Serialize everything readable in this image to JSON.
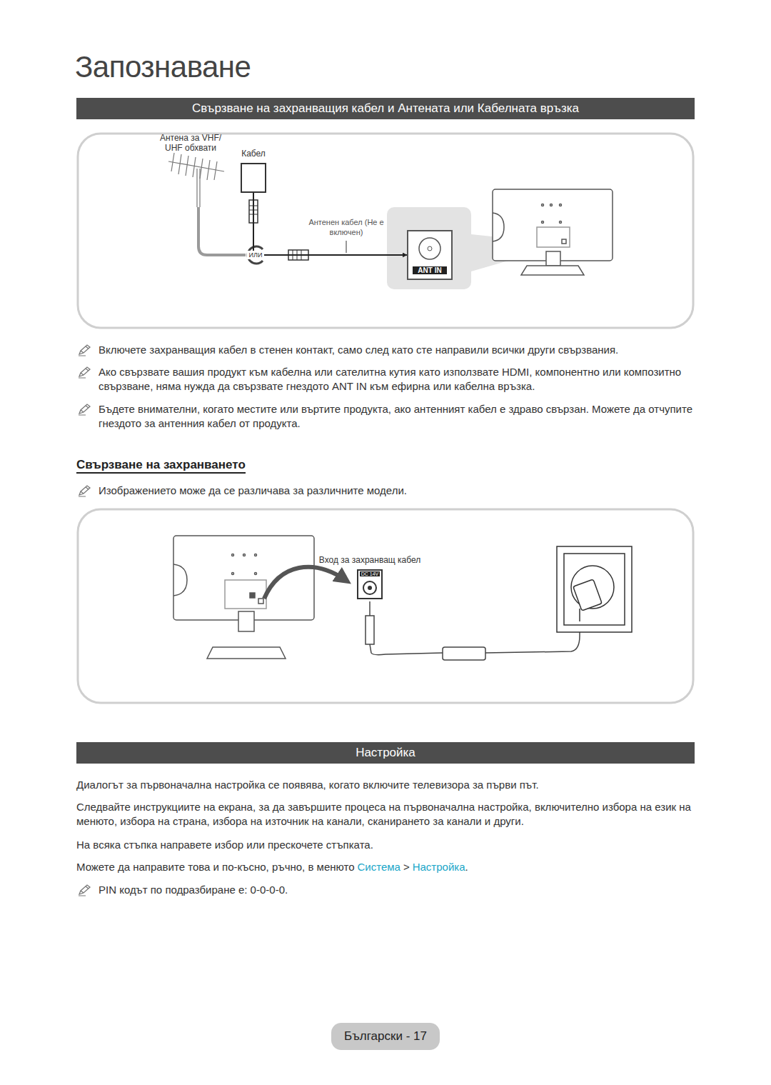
{
  "diagram": {
    "title": "Запознаване",
    "nodes": [
      {
        "text": [
          "Свързване на захранващия кабел и Антената или Кабелната връзка"
        ]
      },
      {
        "text": [
          "Кабел"
        ]
      },
      {
        "text": [
          "ANT IN"
        ]
      },
      {
        "text": [
          "Вход за захранващ кабел",
          "DC 14V"
        ]
      },
      {
        "text": [
          "Настройка"
        ]
      },
      {
        "text": [
          "Български - 17"
        ]
      }
    ],
    "edges": [
      {
        "from": 1,
        "to": 2,
        "arrow": "to"
      }
    ],
    "labels": [
      "Антена за VHF/ UHF обхвати",
      "Антенен кабел (Не е включен)",
      "ИЛИ",
      "Включете захранващия кабел в стенен контакт, само след като сте направили всички други свързвания.",
      "Ако свързвате вашия продукт към кабелна или сателитна кутия като използвате HDMI, компонентно или композитно свързване, няма нужда да свързвате гнездото ANT IN към ефирна или кабелна връзка.",
      "Бъдете внимателни, когато местите или въртите продукта, ако антенният кабел е здраво свързан. Можете да отчупите гнездото за антенния кабел от продукта.",
      "Свързване на захранването",
      "Изображението може да се различава за различните модели.",
      "Диалогът за първоначална настройка се появява, когато включите телевизора за първи път.",
      "Следвайте инструкциите на екрана, за да завършите процеса на първоначална настройка, включително избора на език на менюто, избора на страна, избора на източник на канали, сканирането за канали и други.",
      "На всяка стъпка направете избор или прескочете стъпката.",
      "Можете да направите това и по-късно, ръчно, в менюто",
      "Система",
      ">",
      "Настройка",
      ".",
      "PIN кодът по подразбиране е: 0-0-0-0."
    ]
  }
}
